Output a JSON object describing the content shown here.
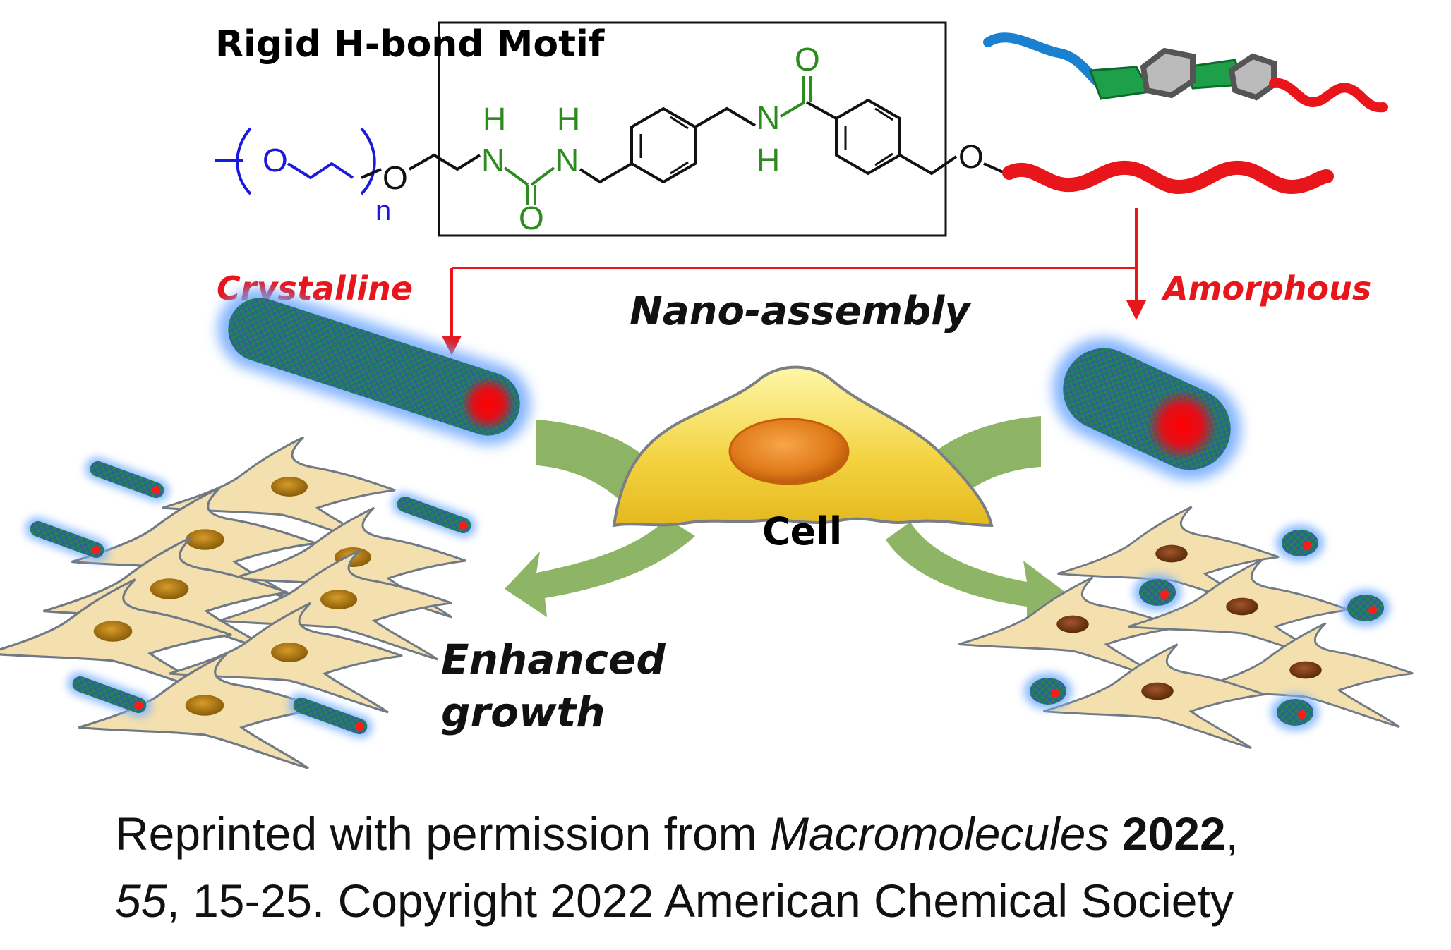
{
  "motif": {
    "title": "Rigid H-bond Motif"
  },
  "chemistry": {
    "atom_O": "O",
    "atom_N": "N",
    "atom_H": "H",
    "repeat_n": "n"
  },
  "labels": {
    "crystalline": "Crystalline",
    "amorphous": "Amorphous",
    "nano_assembly": "Nano-assembly",
    "cell": "Cell",
    "enhanced_line1": "Enhanced",
    "enhanced_line2": "growth"
  },
  "caption": {
    "line1_prefix": "Reprinted with permission from ",
    "journal": "Macromolecules",
    "year": "2022",
    "comma": ",",
    "volume": "55",
    "line2_rest": ", 15-25. Copyright 2022 American Chemical Society"
  },
  "colors": {
    "peg_blue": "#1a1adf",
    "motif_green": "#2e8b1f",
    "arrow_red": "#e8151b",
    "crystalline_red": "#e8151b",
    "cell_yellow": "#f5d64a",
    "nucleus_orange": "#e07a1a",
    "glow_blue": "#6fa8ff",
    "flow_green": "#7aa84a",
    "small_cell": "#f4dfae"
  }
}
